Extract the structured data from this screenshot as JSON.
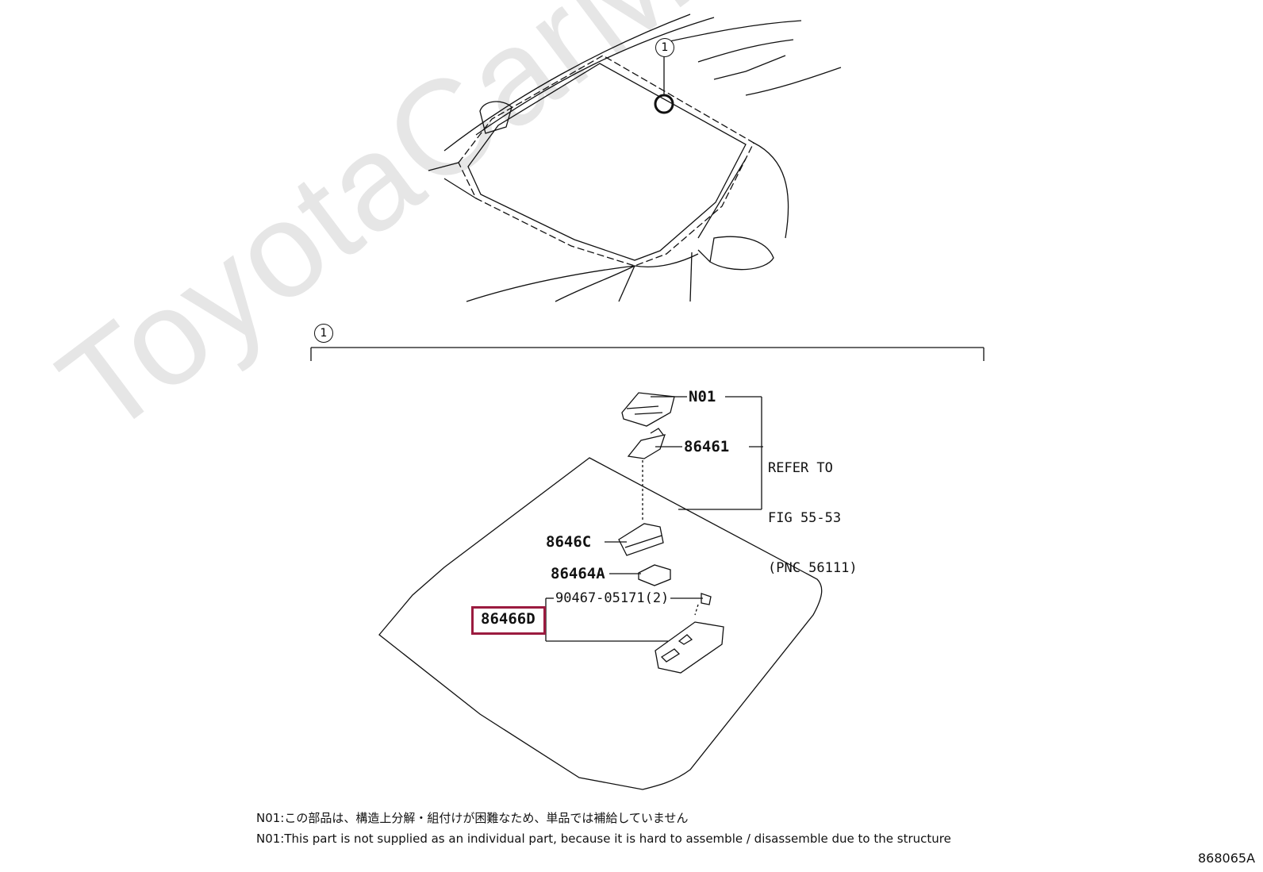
{
  "watermark": "ToyotaCarMine.ru",
  "callouts": {
    "top": "1",
    "section": "1"
  },
  "labels": {
    "n01": "N01",
    "p86461": "86461",
    "p8646c": "8646C",
    "p86464a": "86464A",
    "p90467": "90467-05171(2)",
    "p86466d": "86466D"
  },
  "refer": {
    "line1": "REFER TO",
    "line2": "FIG 55-53",
    "line3": "(PNC 56111)"
  },
  "notes": {
    "jp": "N01:この部品は、構造上分解・組付けが困難なため、単品では補給していません",
    "en": "N01:This part is not supplied as an individual part, because it is hard to assemble / disassemble due to the structure"
  },
  "figure_number": "868065A",
  "colors": {
    "line": "#111111",
    "highlight": "#9b1b3f",
    "watermark": "#e6e6e6"
  }
}
